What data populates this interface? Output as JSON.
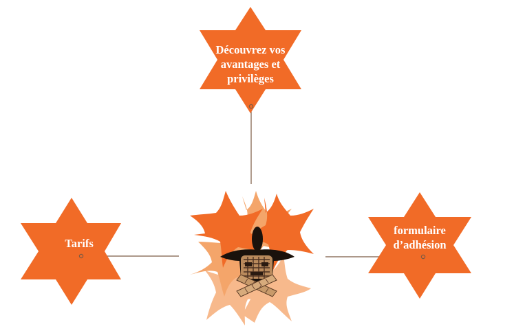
{
  "diagram": {
    "center": {
      "icon": "orange-starfish-cluster-with-tribal-mask-icon"
    },
    "nodes": [
      {
        "id": "top",
        "label": "Découvrez vos avantages et privilèges"
      },
      {
        "id": "left",
        "label": "Tarifs"
      },
      {
        "id": "right",
        "label": "formulaire d’adhésion"
      }
    ]
  },
  "colors": {
    "star_fill": "#f16b27",
    "star_fill_light": "#f4a56a",
    "star_fill_pale": "#f7b98c",
    "connector": "#7b5a44",
    "label_text": "#ffffff"
  }
}
